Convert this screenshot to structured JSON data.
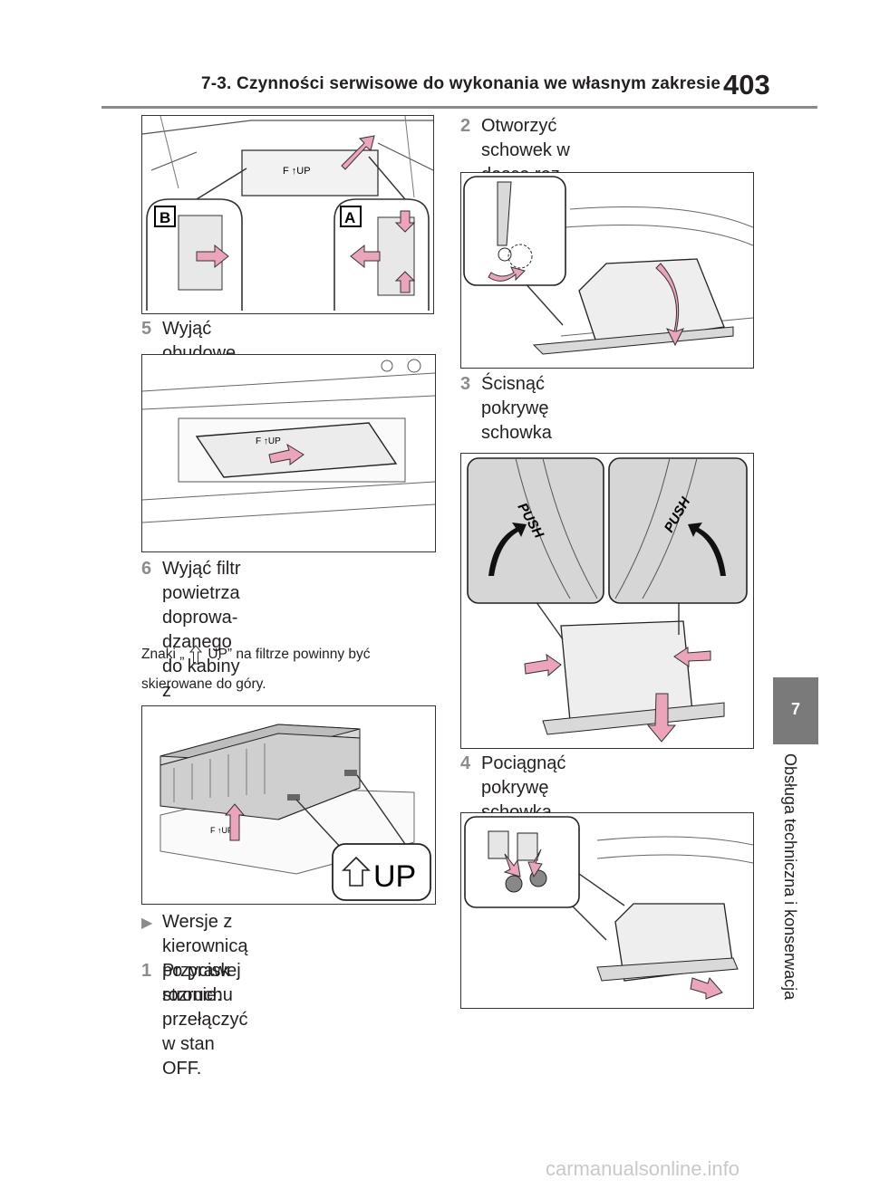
{
  "header": {
    "title": "7-3. Czynności serwisowe do wykonania we własnym zakresie",
    "page_number": "403"
  },
  "side_tab": {
    "chapter_number": "7",
    "chapter_title": "Obsługa techniczna i konserwacja"
  },
  "left_column": {
    "figure1": {
      "callout_a": "A",
      "callout_b": "B",
      "filter_marking": "F ↑UP"
    },
    "step5": {
      "number": "5",
      "text": "Wyjąć obudowę filtra."
    },
    "figure2": {
      "filter_marking": "F ↑UP"
    },
    "step6": {
      "number": "6",
      "text": "Wyjąć filtr powietrza doprowa-\ndzanego do kabiny z obudowy,\na następnie wymienić go na\nnowy."
    },
    "note": {
      "prefix": "Znaki „",
      "suffix": "UP” na filtrze powinny być",
      "line2": "skierowane do góry."
    },
    "figure3": {
      "up_label": "UP",
      "filter_marking": "F ↑UP"
    },
    "bullet": {
      "symbol": "▶",
      "text": "Wersje z kierownicą po prawej\nstronie:"
    },
    "step1": {
      "number": "1",
      "text": "Przycisk rozruchu przełączyć\nw stan OFF."
    }
  },
  "right_column": {
    "step2": {
      "number": "2",
      "text": "Otworzyć schowek w desce roz-\ndzielczej i odłączyć amortyzator."
    },
    "step3": {
      "number": "3",
      "text": "Ścisnąć pokrywę schowka po\nobu stronach w celu rozłączenia\nzaczepów."
    },
    "figure5": {
      "push_label": "PUSH"
    },
    "step4": {
      "number": "4",
      "text": "Pociągnąć pokrywę schowka\ni rozłączyć dolne zaczepy."
    }
  },
  "footer": {
    "watermark": "carmanualsonline.info"
  },
  "colors": {
    "arrow_pink": "#eba4b9",
    "step_number_gray": "#8c8c8c",
    "tab_gray": "#7a7a7a"
  },
  "icons": [
    "up-arrow-icon",
    "bullet-triangle-icon"
  ]
}
